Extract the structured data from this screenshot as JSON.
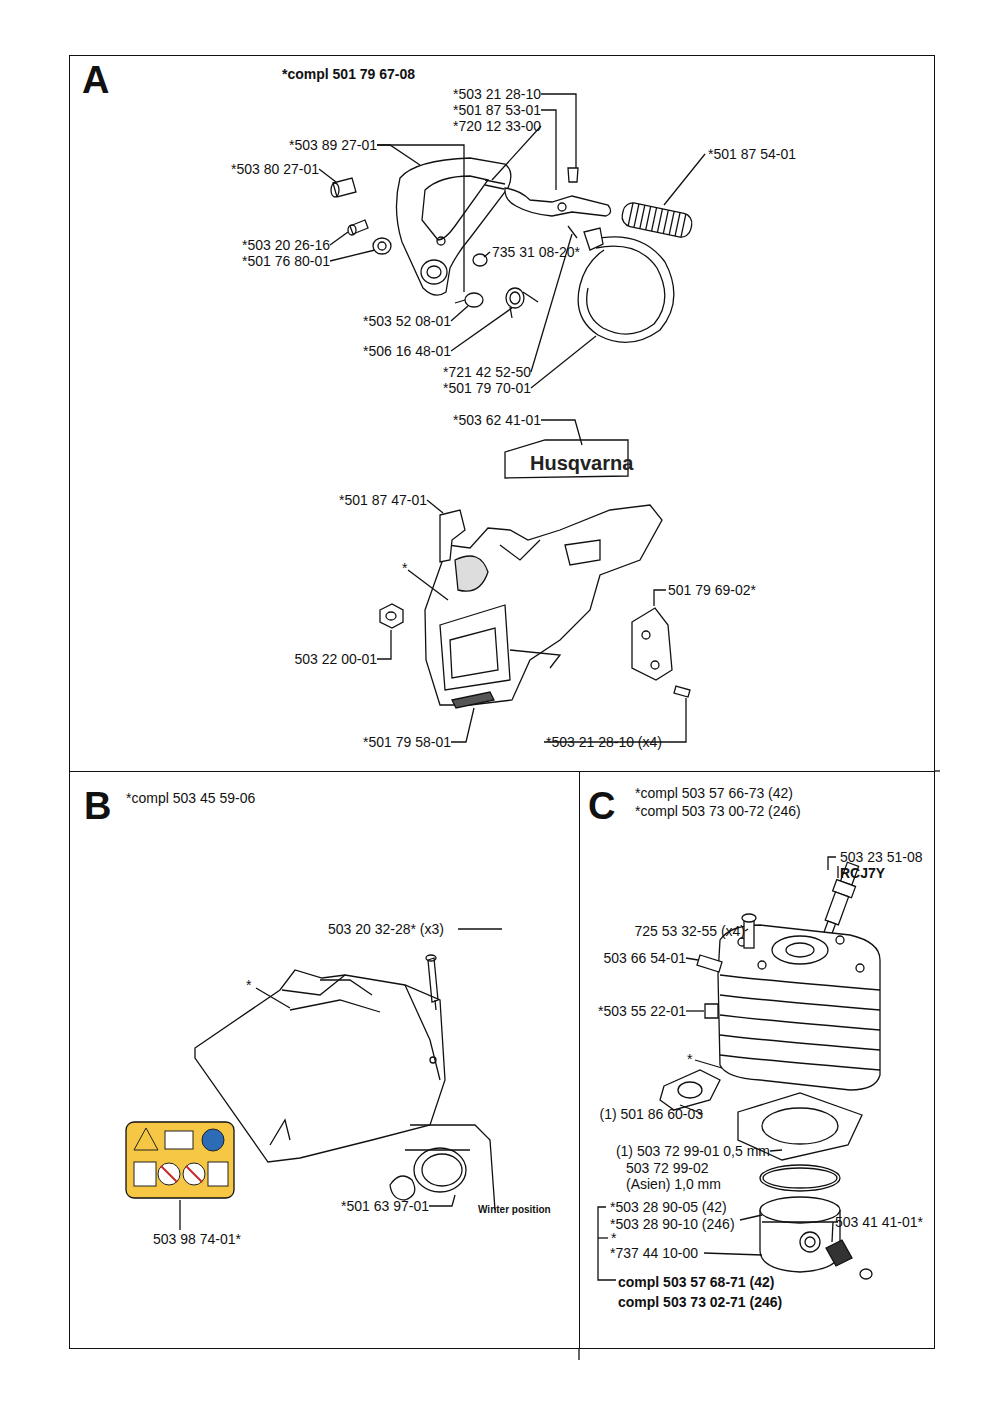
{
  "diagram": {
    "nodes": [
      {
        "text": [
          "A",
          "*compl 501 79 67-08"
        ]
      },
      {
        "text": [
          "B",
          "*compl 503 45 59-06"
        ]
      },
      {
        "text": [
          "C",
          "*compl 503 57 66-73 (42)",
          "*compl 503 73 00-72 (246)"
        ]
      }
    ],
    "edges": [],
    "labels": [
      "*503 21 28-10",
      "*501 87 53-01",
      "*720 12 33-00",
      "*503 89 27-01",
      "*501 87 54-01",
      "*503 80 27-01",
      "*503 20 26-16",
      "*501 76 80-01",
      "735 31 08-20*",
      "*503 52 08-01",
      "*506 16 48-01",
      "*721 42 52-50",
      "*501 79 70-01",
      "*503 62 41-01",
      "Husqvarna",
      "*501 87 47-01",
      "*",
      "501 79 69-02*",
      "503 22 00-01",
      "*501 79 58-01",
      "*503 21 28-10 (x4)",
      "503 20 32-28* (x3)",
      "*",
      "503 98 74-01*",
      "*501 63 97-01",
      "Winter position",
      "503 23 51-08",
      "RCJ7Y",
      "725 53 32-55 (x4)",
      "503 66 54-01",
      "*503 55 22-01",
      "*",
      "(1) 501 86 60-03",
      "(1) 503 72 99-01 0,5 mm",
      "503 72 99-02 (Asien) 1,0 mm",
      "*503 28 90-05 (42)",
      "*503 28 90-10 (246)",
      "*",
      "*737 44 10-00",
      "503 41 41-01*",
      "compl 503 57 68-71 (42)",
      "compl 503 73 02-71 (246)"
    ]
  }
}
